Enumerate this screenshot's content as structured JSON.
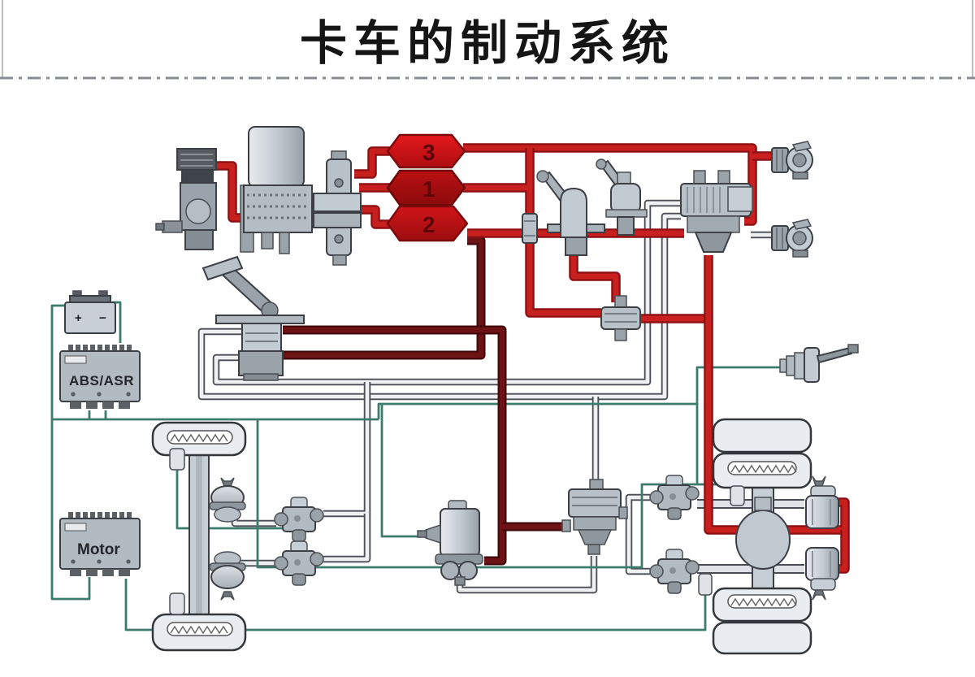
{
  "header": {
    "title": "卡车的制动系统"
  },
  "diagram": {
    "tanks": [
      {
        "label": "3"
      },
      {
        "label": "1"
      },
      {
        "label": "2"
      }
    ],
    "ecus": {
      "abs": "ABS/ASR",
      "motor": "Motor"
    },
    "battery": {
      "plus": "+",
      "minus": "−"
    },
    "colors": {
      "supply_red": "#c8201f",
      "service_dark_red": "#6e1315",
      "tank_red_bright": "#d8181d",
      "tank_red_mid": "#c01318",
      "tank_red_dark": "#a80f12",
      "pipe_gray": "#eef0f2",
      "pipe_outline": "#4a4e54",
      "wire_teal": "#3c7c6c",
      "component_gray": "#b8c0c8"
    }
  }
}
